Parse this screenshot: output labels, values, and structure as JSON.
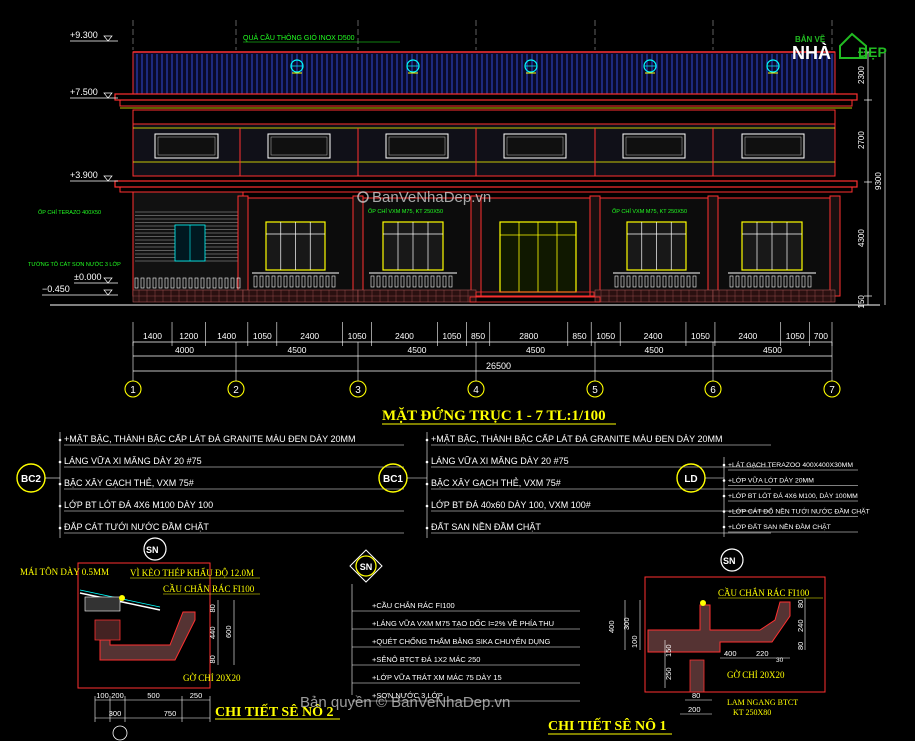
{
  "colors": {
    "background": "#000000",
    "outline": "#ff3030",
    "roof": "#3a5cff",
    "dimension": "#ffffff",
    "label_green": "#22ff22",
    "highlight": "#ffff00",
    "cyan": "#00ffff",
    "magenta": "#ff40ff",
    "brick": "#aa5555"
  },
  "watermark": {
    "top": "BanVeNhaDep.vn",
    "bottom": "Bản quyền © BanVeNhaDep.vn",
    "logo_small": "BẢN VẼ",
    "logo_nha": "NHÀ",
    "logo_dep": "ĐẸP"
  },
  "elevation": {
    "title": "MẶT ĐỨNG TRỤC 1 - 7 TL:1/100",
    "levels": [
      "+9.300",
      "+7.500",
      "+3.900",
      "±0.000",
      "−0.450"
    ],
    "right_dims": [
      "2300",
      "2700",
      "4300",
      "150"
    ],
    "overall_height": "9300",
    "labels": {
      "roof_vent": "QUẢ CẦU THÔNG GIÓ INOX D500",
      "wall_left": "ỐP CHỈ TERAZO 400X50",
      "wall_left2": "TƯỜNG TÔ CÁT SƠN NƯỚC 3 LỚP",
      "col_a": "ỐP CHỈ VXM M75, KT 250X50",
      "col_b": "ỐP CHỈ VXM M75, KT 250X50"
    },
    "dims_row1": [
      "1400",
      "1200",
      "1400",
      "1050",
      "2400",
      "1050",
      "2400",
      "1050",
      "850",
      "2800",
      "850",
      "1050",
      "2400",
      "1050",
      "2400",
      "1050",
      "700"
    ],
    "dims_row2": [
      "4000",
      "4500",
      "4500",
      "4500",
      "4500",
      "4500"
    ],
    "dims_total": "26500",
    "axes": [
      "1",
      "2",
      "3",
      "4",
      "5",
      "6",
      "7"
    ]
  },
  "notes": {
    "bc2": {
      "tag": "BC2",
      "lines": [
        "+MẶT BẬC, THÀNH BẬC CẤP LÁT ĐÁ GRANITE MÀU ĐEN DÀY 20MM",
        "LÁNG VỮA XI MĂNG DÀY 20 #75",
        "BẬC XÂY GẠCH THẺ, VXM 75#",
        "LỚP BT LÓT ĐÁ 4X6 M100 DÀY 100",
        "ĐẮP CÁT TƯỚI NƯỚC ĐẦM CHẶT"
      ]
    },
    "bc1": {
      "tag": "BC1",
      "lines": [
        "+MẶT BẬC, THÀNH BẬC CẤP LÁT ĐÁ GRANITE MÀU ĐEN DÀY 20MM",
        "LÁNG VỮA XI MĂNG DÀY 20 #75",
        "BẬC XÂY GẠCH THẺ, VXM 75#",
        "LỚP BT ĐÁ 40x60 DÀY 100, VXM 100#",
        "ĐẤT SAN NỀN ĐẦM CHẶT"
      ]
    },
    "ld": {
      "tag": "LD",
      "lines": [
        "+LÁT GẠCH TERAZOO 400X400X30MM",
        "+LỚP VỮA LÓT DÀY 20MM",
        "+LỚP BT LÓT ĐÁ 4X6 M100, DÀY 100MM",
        "+LỚP CÁT ĐỔ NỀN TƯỚI NƯỚC ĐẦM CHẶT",
        "+LỚP ĐẤT SAN NỀN ĐẦM CHẶT"
      ]
    },
    "sn": {
      "tag": "SN",
      "lines": [
        "+CẦU CHẮN RÁC FI100",
        "+LÁNG VỮA VXM M75 TẠO DỐC I=2% VỀ PHÍA THU",
        "+QUÉT CHỐNG THẤM BẰNG SIKA CHUYÊN DỤNG",
        "+SÊNÔ BTCT ĐÁ 1X2 MÁC 250",
        "+LỚP VỮA TRÁT XM MÁC 75 DÀY 15",
        "+SƠN NƯỚC 3 LỚP"
      ]
    }
  },
  "detail2": {
    "tag": "SN",
    "title": "CHI TIẾT SÊ NÔ 2",
    "labels": [
      "MÁI TÔN DÀY 0.5MM",
      "VÌ KÈO THÉP KHẨU ĐỘ 12.0M",
      "CẦU CHẮN RÁC FI100",
      "GỜ CHỈ 20X20"
    ],
    "dims_v": [
      "80",
      "440",
      "80",
      "600"
    ],
    "dims_h": [
      "100",
      "200",
      "500",
      "250",
      "300",
      "750"
    ]
  },
  "detail1": {
    "tag": "SN",
    "title": "CHI TIẾT SÊ NÔ 1",
    "labels": [
      "CẦU CHẮN RÁC FI100",
      "GỜ CHỈ 20X20",
      "LAM NGANG BTCT",
      "KT 250X80"
    ],
    "dims_v": [
      "400",
      "300",
      "100",
      "80",
      "240",
      "80",
      "250",
      "150"
    ],
    "dims_h": [
      "400",
      "220",
      "30",
      "80",
      "200"
    ]
  }
}
